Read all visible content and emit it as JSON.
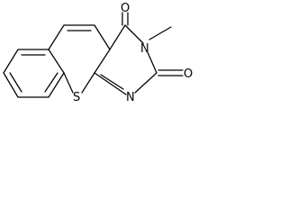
{
  "molecule": {
    "atoms": {
      "sulfur": "S",
      "nitrogen_ring": "N",
      "nitrogen_methyl": "N",
      "oxygen_top": "O",
      "oxygen_right": "O"
    }
  }
}
